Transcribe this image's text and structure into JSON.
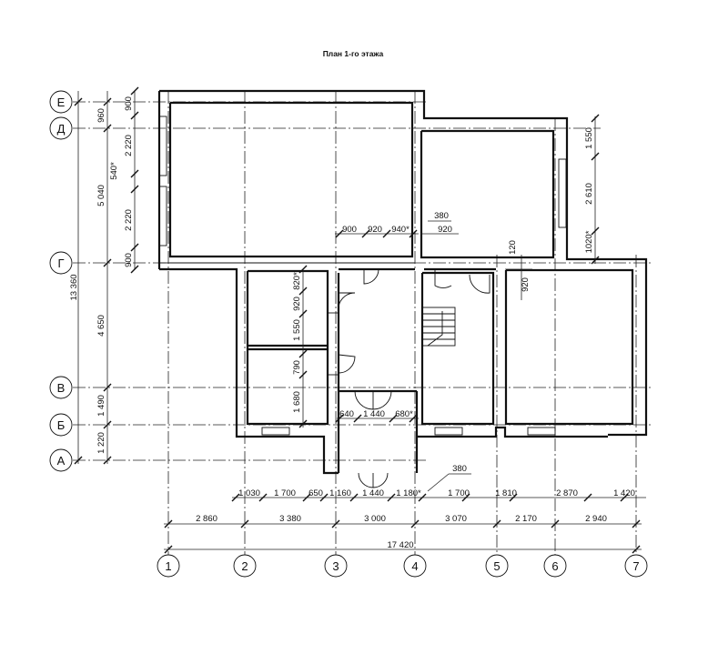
{
  "title": "План 1-го этажа",
  "axes_letters": [
    "Е",
    "Д",
    "Г",
    "В",
    "Б",
    "А"
  ],
  "axes_numbers": [
    "1",
    "2",
    "3",
    "4",
    "5",
    "6",
    "7"
  ],
  "dims": {
    "bottom_row1": [
      "1 030",
      "1 700",
      "650",
      "1 160",
      "1 440",
      "1 180*",
      "1 700",
      "1 810",
      "2 870",
      "1 420"
    ],
    "bottom_row2": [
      "2 860",
      "3 380",
      "3 000",
      "3 070",
      "2 170",
      "2 940"
    ],
    "bottom_total": "17 420",
    "left_inner": [
      "900",
      "2 220",
      "540*",
      "2 220",
      "900"
    ],
    "left_mid": [
      "960",
      "5 040",
      "4 650",
      "1 490",
      "1 220"
    ],
    "left_total": "13 360",
    "right_upper": [
      "1 550",
      "2 610",
      "1020*"
    ],
    "top_inner": [
      "900",
      "920",
      "940*"
    ],
    "top_right": [
      "380",
      "920"
    ],
    "stair_right": [
      "120",
      "920"
    ],
    "corridor_vertical": [
      "820*",
      "920",
      "1 550",
      "790",
      "1 680"
    ],
    "vestibule": [
      "640",
      "1 440",
      "680*"
    ],
    "entrance_note": "380"
  }
}
